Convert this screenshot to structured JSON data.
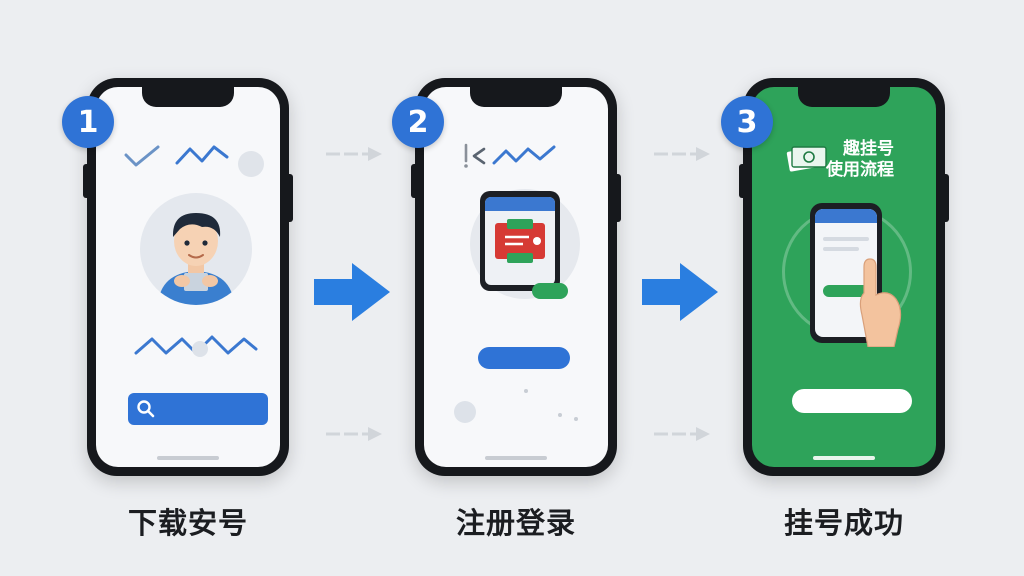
{
  "steps": [
    {
      "number": "1",
      "caption": "下载安号"
    },
    {
      "number": "2",
      "caption": "注册登录"
    },
    {
      "number": "3",
      "caption": "挂号成功"
    }
  ],
  "step3_screen": {
    "title_line1": "趣挂号",
    "title_line2": "使用流程"
  },
  "colors": {
    "badge_blue": "#2f73d6",
    "arrow_blue": "#2a7ee0",
    "screen_green": "#2ea35a",
    "background": "#eceef1"
  },
  "icons": [
    "check-icon",
    "search-icon",
    "user-avatar",
    "ticket-icon",
    "hand-icon",
    "arrow-right-icon"
  ]
}
